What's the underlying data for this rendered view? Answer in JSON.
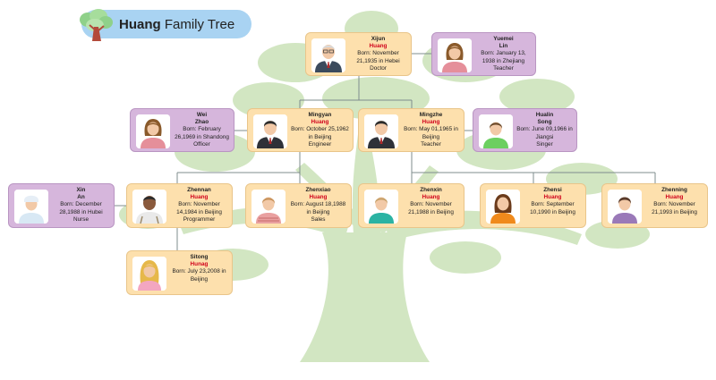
{
  "title": {
    "bold": "Huang",
    "rest": " Family Tree"
  },
  "colors": {
    "huang_card": "#fde0ad",
    "spouse_card": "#d6b6dc",
    "surname_red": "#d0021b",
    "title_pill": "#a9d3f2",
    "tree": "#d2e6c2"
  },
  "people": {
    "xijun": {
      "first": "Xijun",
      "last": "Huang",
      "born": "Born: November 21,1935 in Hebei",
      "job": "Doctor",
      "icon": "old-man-avatar-icon"
    },
    "yuemei": {
      "first": "Yuemei",
      "last": "Lin",
      "born": "Born: January 13, 1938 in Zhejiang",
      "job": "Teacher",
      "icon": "woman-avatar-icon"
    },
    "wei": {
      "first": "Wei",
      "last": "Zhao",
      "born": "Born: February 26,1969 in Shandong",
      "job": "Officer",
      "icon": "woman-avatar-icon"
    },
    "mingyan": {
      "first": "Mingyan",
      "last": "Huang",
      "born": "Born: October 25,1962 in Beijing",
      "job": "Engineer",
      "icon": "man-suit-avatar-icon"
    },
    "mingzhe": {
      "first": "Mingzhe",
      "last": "Huang",
      "born": "Born: May 01,1965 in Beijing",
      "job": "Teacher",
      "icon": "man-suit-avatar-icon"
    },
    "hualin": {
      "first": "Hualin",
      "last": "Song",
      "born": "Born: June 09,1966 in Jiangsi",
      "job": "Singer",
      "icon": "woman-avatar-icon"
    },
    "xin": {
      "first": "Xin",
      "last": "An",
      "born": "Born: December 28,1988 in Hubei",
      "job": "Nurse",
      "icon": "nurse-avatar-icon"
    },
    "zhennan": {
      "first": "Zhennan",
      "last": "Huang",
      "born": "Born: November 14,1984 in Beijing",
      "job": "Programmer",
      "icon": "man-avatar-icon"
    },
    "zhenxiao": {
      "first": "Zhenxiao",
      "last": "Huang",
      "born": "Born: August 18,1988 in Beijing",
      "job": "Sales",
      "icon": "woman-avatar-icon"
    },
    "zhenxin": {
      "first": "Zhenxin",
      "last": "Huang",
      "born": "Born: November 21,1988 in Beijing",
      "job": "",
      "icon": "woman-avatar-icon"
    },
    "zhensi": {
      "first": "Zhensi",
      "last": "Huang",
      "born": "Born: September 10,1990 in Beijing",
      "job": "",
      "icon": "woman-avatar-icon"
    },
    "zhenning": {
      "first": "Zhenning",
      "last": "Huang",
      "born": "Born: November 21,1993 in Beijing",
      "job": "",
      "icon": "woman-avatar-icon"
    },
    "sitong": {
      "first": "Sitong",
      "last": "Hunag",
      "born": "Born: July 23,2008 in Beijing",
      "job": "",
      "icon": "girl-avatar-icon"
    }
  }
}
